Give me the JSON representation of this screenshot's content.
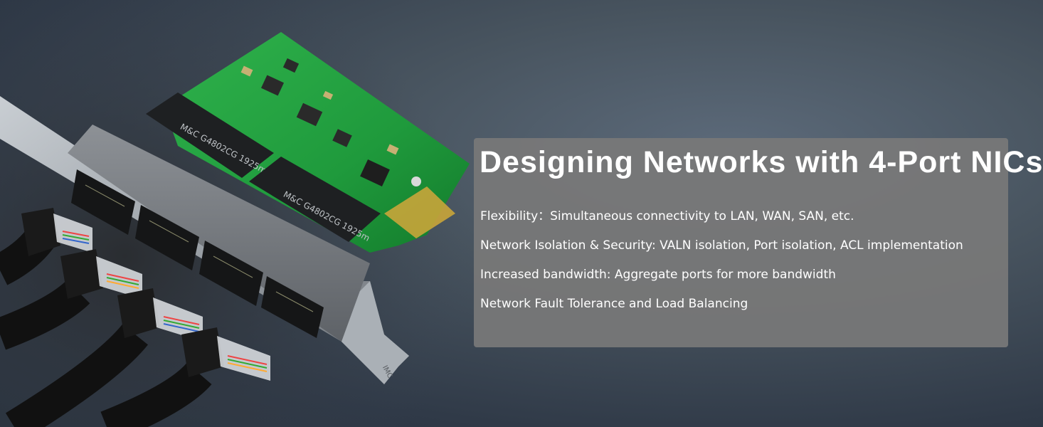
{
  "banner": {
    "title": "Designing Networks with 4-Port NICs",
    "features": [
      "Flexibility：Simultaneous connectivity to LAN, WAN, SAN, etc.",
      "Network Isolation & Security: VALN isolation, Port isolation, ACL implementation",
      "Increased bandwidth: Aggregate ports for more bandwidth",
      "Network Fault Tolerance and Load Balancing"
    ]
  },
  "product_image": {
    "chip_labels": [
      "M&C G4802CG 1925m",
      "M&C G4802CG 1925m"
    ],
    "bracket_label": "IMC"
  },
  "colors": {
    "background": "#3a4452",
    "panel": "#787878",
    "pcb_green": "#1f9a3c",
    "text": "#ffffff"
  }
}
